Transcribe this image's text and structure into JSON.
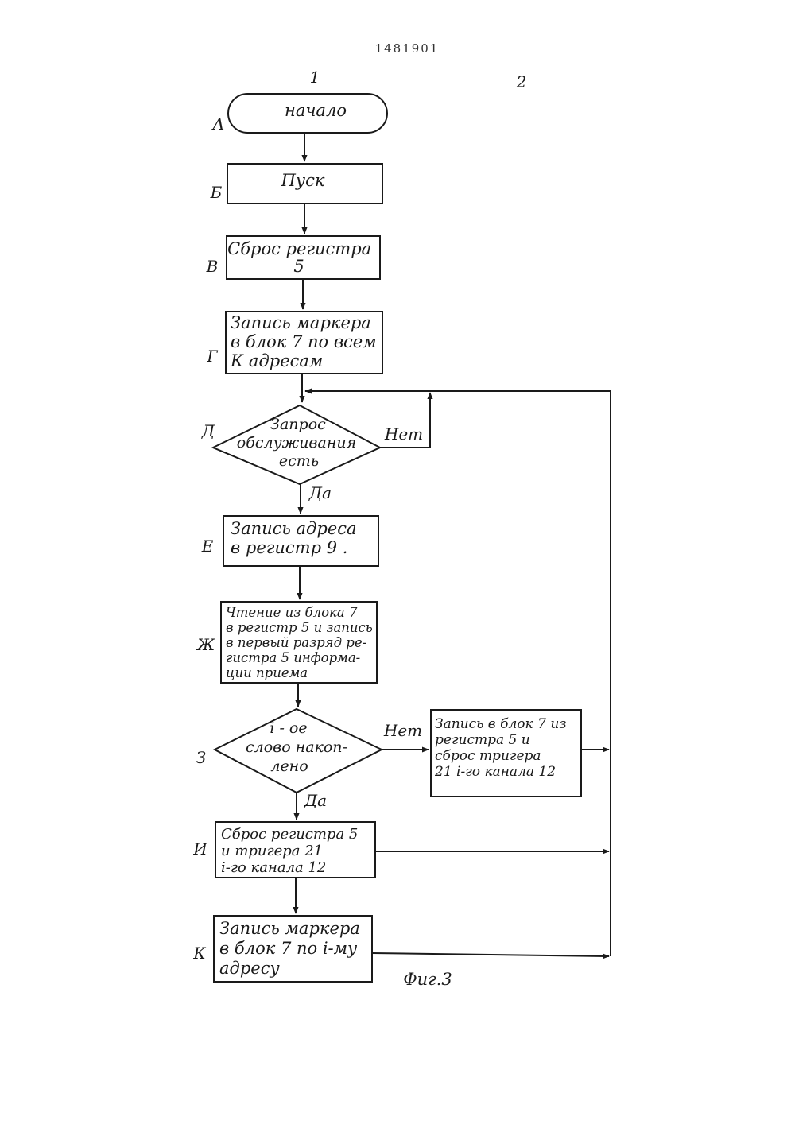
{
  "header": {
    "patent_number": "1481901",
    "column_left": "1",
    "column_right": "2"
  },
  "caption": "Фиг.3",
  "blocks": {
    "A": {
      "label": "А",
      "lines": [
        "начало"
      ]
    },
    "B": {
      "label": "Б",
      "lines": [
        "Пуск"
      ]
    },
    "V": {
      "label": "В",
      "lines": [
        "Сброс регистра",
        "5"
      ]
    },
    "G": {
      "label": "Г",
      "lines": [
        "Запись маркера",
        "в блок 7 по всем",
        "К адресам"
      ]
    },
    "D": {
      "label": "Д",
      "lines": [
        "Запрос",
        "обслуживания",
        "есть"
      ]
    },
    "E": {
      "label": "Е",
      "lines": [
        "Запись адреса",
        "в регистр 9 ."
      ]
    },
    "Zh": {
      "label": "Ж",
      "lines": [
        "Чтение из блока 7",
        "в регистр 5 и запись",
        "в первый разряд ре-",
        "гистра 5 информа-",
        "ции приема"
      ]
    },
    "Z": {
      "label": "З",
      "lines": [
        "i - ое",
        "слово накоп-",
        "лено"
      ]
    },
    "Zside": {
      "lines": [
        "Запись в блок 7 из",
        "регистра 5 и",
        "сброс тригера",
        "21 i-го канала 12"
      ]
    },
    "I": {
      "label": "И",
      "lines": [
        "Сброс регистра 5",
        "и тригера 21",
        "i-го канала 12"
      ]
    },
    "K": {
      "label": "К",
      "lines": [
        "Запись маркера",
        "в блок 7 по i-му",
        "адресу"
      ]
    }
  },
  "edge_labels": {
    "d_no": "Нет",
    "d_yes": "Да",
    "z_no": "Нет",
    "z_yes": "Да"
  }
}
